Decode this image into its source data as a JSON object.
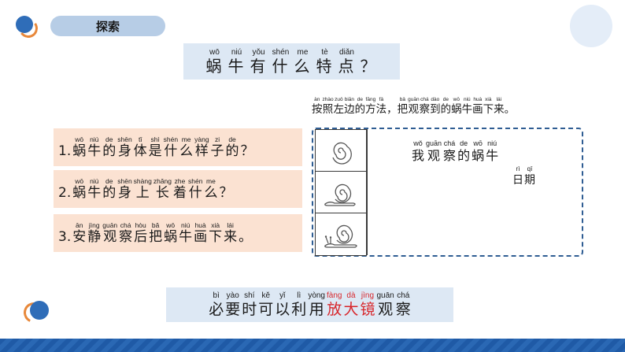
{
  "header": {
    "title": "探索"
  },
  "question": {
    "units": [
      {
        "py": "wō",
        "hz": "蜗"
      },
      {
        "py": "niú",
        "hz": "牛"
      },
      {
        "py": "yǒu",
        "hz": "有"
      },
      {
        "py": "shén",
        "hz": "什"
      },
      {
        "py": "me",
        "hz": "么"
      },
      {
        "py": "tè",
        "hz": "特"
      },
      {
        "py": "diǎn",
        "hz": "点"
      },
      {
        "py": "",
        "hz": "？"
      }
    ]
  },
  "instruction": {
    "units": [
      {
        "py": "àn",
        "hz": "按"
      },
      {
        "py": "zhào",
        "hz": "照"
      },
      {
        "py": "zuǒ",
        "hz": "左"
      },
      {
        "py": "biān",
        "hz": "边"
      },
      {
        "py": "de",
        "hz": "的"
      },
      {
        "py": "fāng",
        "hz": "方"
      },
      {
        "py": "fǎ",
        "hz": "法"
      },
      {
        "py": "",
        "hz": "，"
      },
      {
        "py": "bǎ",
        "hz": "把"
      },
      {
        "py": "guān",
        "hz": "观"
      },
      {
        "py": "chá",
        "hz": "察"
      },
      {
        "py": "dào",
        "hz": "到"
      },
      {
        "py": "de",
        "hz": "的"
      },
      {
        "py": "wō",
        "hz": "蜗"
      },
      {
        "py": "niú",
        "hz": "牛"
      },
      {
        "py": "huà",
        "hz": "画"
      },
      {
        "py": "xià",
        "hz": "下"
      },
      {
        "py": "lái",
        "hz": "来"
      },
      {
        "py": "",
        "hz": "。"
      }
    ]
  },
  "questions": [
    {
      "units": [
        {
          "py": "",
          "hz": "1."
        },
        {
          "py": "wō",
          "hz": "蜗"
        },
        {
          "py": "niú",
          "hz": "牛"
        },
        {
          "py": "de",
          "hz": "的"
        },
        {
          "py": "shēn",
          "hz": "身"
        },
        {
          "py": "tǐ",
          "hz": "体"
        },
        {
          "py": "shì",
          "hz": "是"
        },
        {
          "py": "shén",
          "hz": "什"
        },
        {
          "py": "me",
          "hz": "么"
        },
        {
          "py": "yàng",
          "hz": "样"
        },
        {
          "py": "zi",
          "hz": "子"
        },
        {
          "py": "de",
          "hz": "的"
        },
        {
          "py": "",
          "hz": "？"
        }
      ]
    },
    {
      "units": [
        {
          "py": "",
          "hz": "2."
        },
        {
          "py": "wō",
          "hz": "蜗"
        },
        {
          "py": "niú",
          "hz": "牛"
        },
        {
          "py": "de",
          "hz": "的"
        },
        {
          "py": "shēn",
          "hz": "身"
        },
        {
          "py": "shàng",
          "hz": "上"
        },
        {
          "py": "zhǎng",
          "hz": "长"
        },
        {
          "py": "zhe",
          "hz": "着"
        },
        {
          "py": "shén",
          "hz": "什"
        },
        {
          "py": "me",
          "hz": "么"
        },
        {
          "py": "",
          "hz": "？"
        }
      ]
    },
    {
      "units": [
        {
          "py": "",
          "hz": "3."
        },
        {
          "py": "ān",
          "hz": "安"
        },
        {
          "py": "jìng",
          "hz": "静"
        },
        {
          "py": "guān",
          "hz": "观"
        },
        {
          "py": "chá",
          "hz": "察"
        },
        {
          "py": "hòu",
          "hz": "后"
        },
        {
          "py": "bǎ",
          "hz": "把"
        },
        {
          "py": "wō",
          "hz": "蜗"
        },
        {
          "py": "niú",
          "hz": "牛"
        },
        {
          "py": "huà",
          "hz": "画"
        },
        {
          "py": "xià",
          "hz": "下"
        },
        {
          "py": "lái",
          "hz": "来"
        },
        {
          "py": "",
          "hz": "。"
        }
      ]
    }
  ],
  "observation": {
    "title_units": [
      {
        "py": "wǒ",
        "hz": "我"
      },
      {
        "py": "guān",
        "hz": "观"
      },
      {
        "py": "chá",
        "hz": "察"
      },
      {
        "py": "de",
        "hz": "的"
      },
      {
        "py": "wō",
        "hz": "蜗"
      },
      {
        "py": "niú",
        "hz": "牛"
      }
    ],
    "date_units": [
      {
        "py": "rì",
        "hz": "日"
      },
      {
        "py": "qī",
        "hz": "期"
      }
    ],
    "thumbnail_icons": [
      "snail-shell-spiral-icon",
      "snail-sketch-icon",
      "snail-drawing-icon"
    ]
  },
  "tip": {
    "units": [
      {
        "py": "bì",
        "hz": "必"
      },
      {
        "py": "yào",
        "hz": "要"
      },
      {
        "py": "shí",
        "hz": "时"
      },
      {
        "py": "kě",
        "hz": "可"
      },
      {
        "py": "yǐ",
        "hz": "以"
      },
      {
        "py": "lì",
        "hz": "利"
      },
      {
        "py": "yòng",
        "hz": "用"
      },
      {
        "py": "fàng",
        "hz": "放",
        "highlight": true
      },
      {
        "py": "dà",
        "hz": "大",
        "highlight": true
      },
      {
        "py": "jìng",
        "hz": "镜",
        "highlight": true
      },
      {
        "py": "guān",
        "hz": "观"
      },
      {
        "py": "chá",
        "hz": "察"
      }
    ]
  },
  "colors": {
    "accent_blue": "#2f6db8",
    "accent_orange": "#e8883a",
    "question_bg": "#fbe2d2",
    "panel_bg": "#dde8f4",
    "highlight_red": "#d8262b"
  }
}
